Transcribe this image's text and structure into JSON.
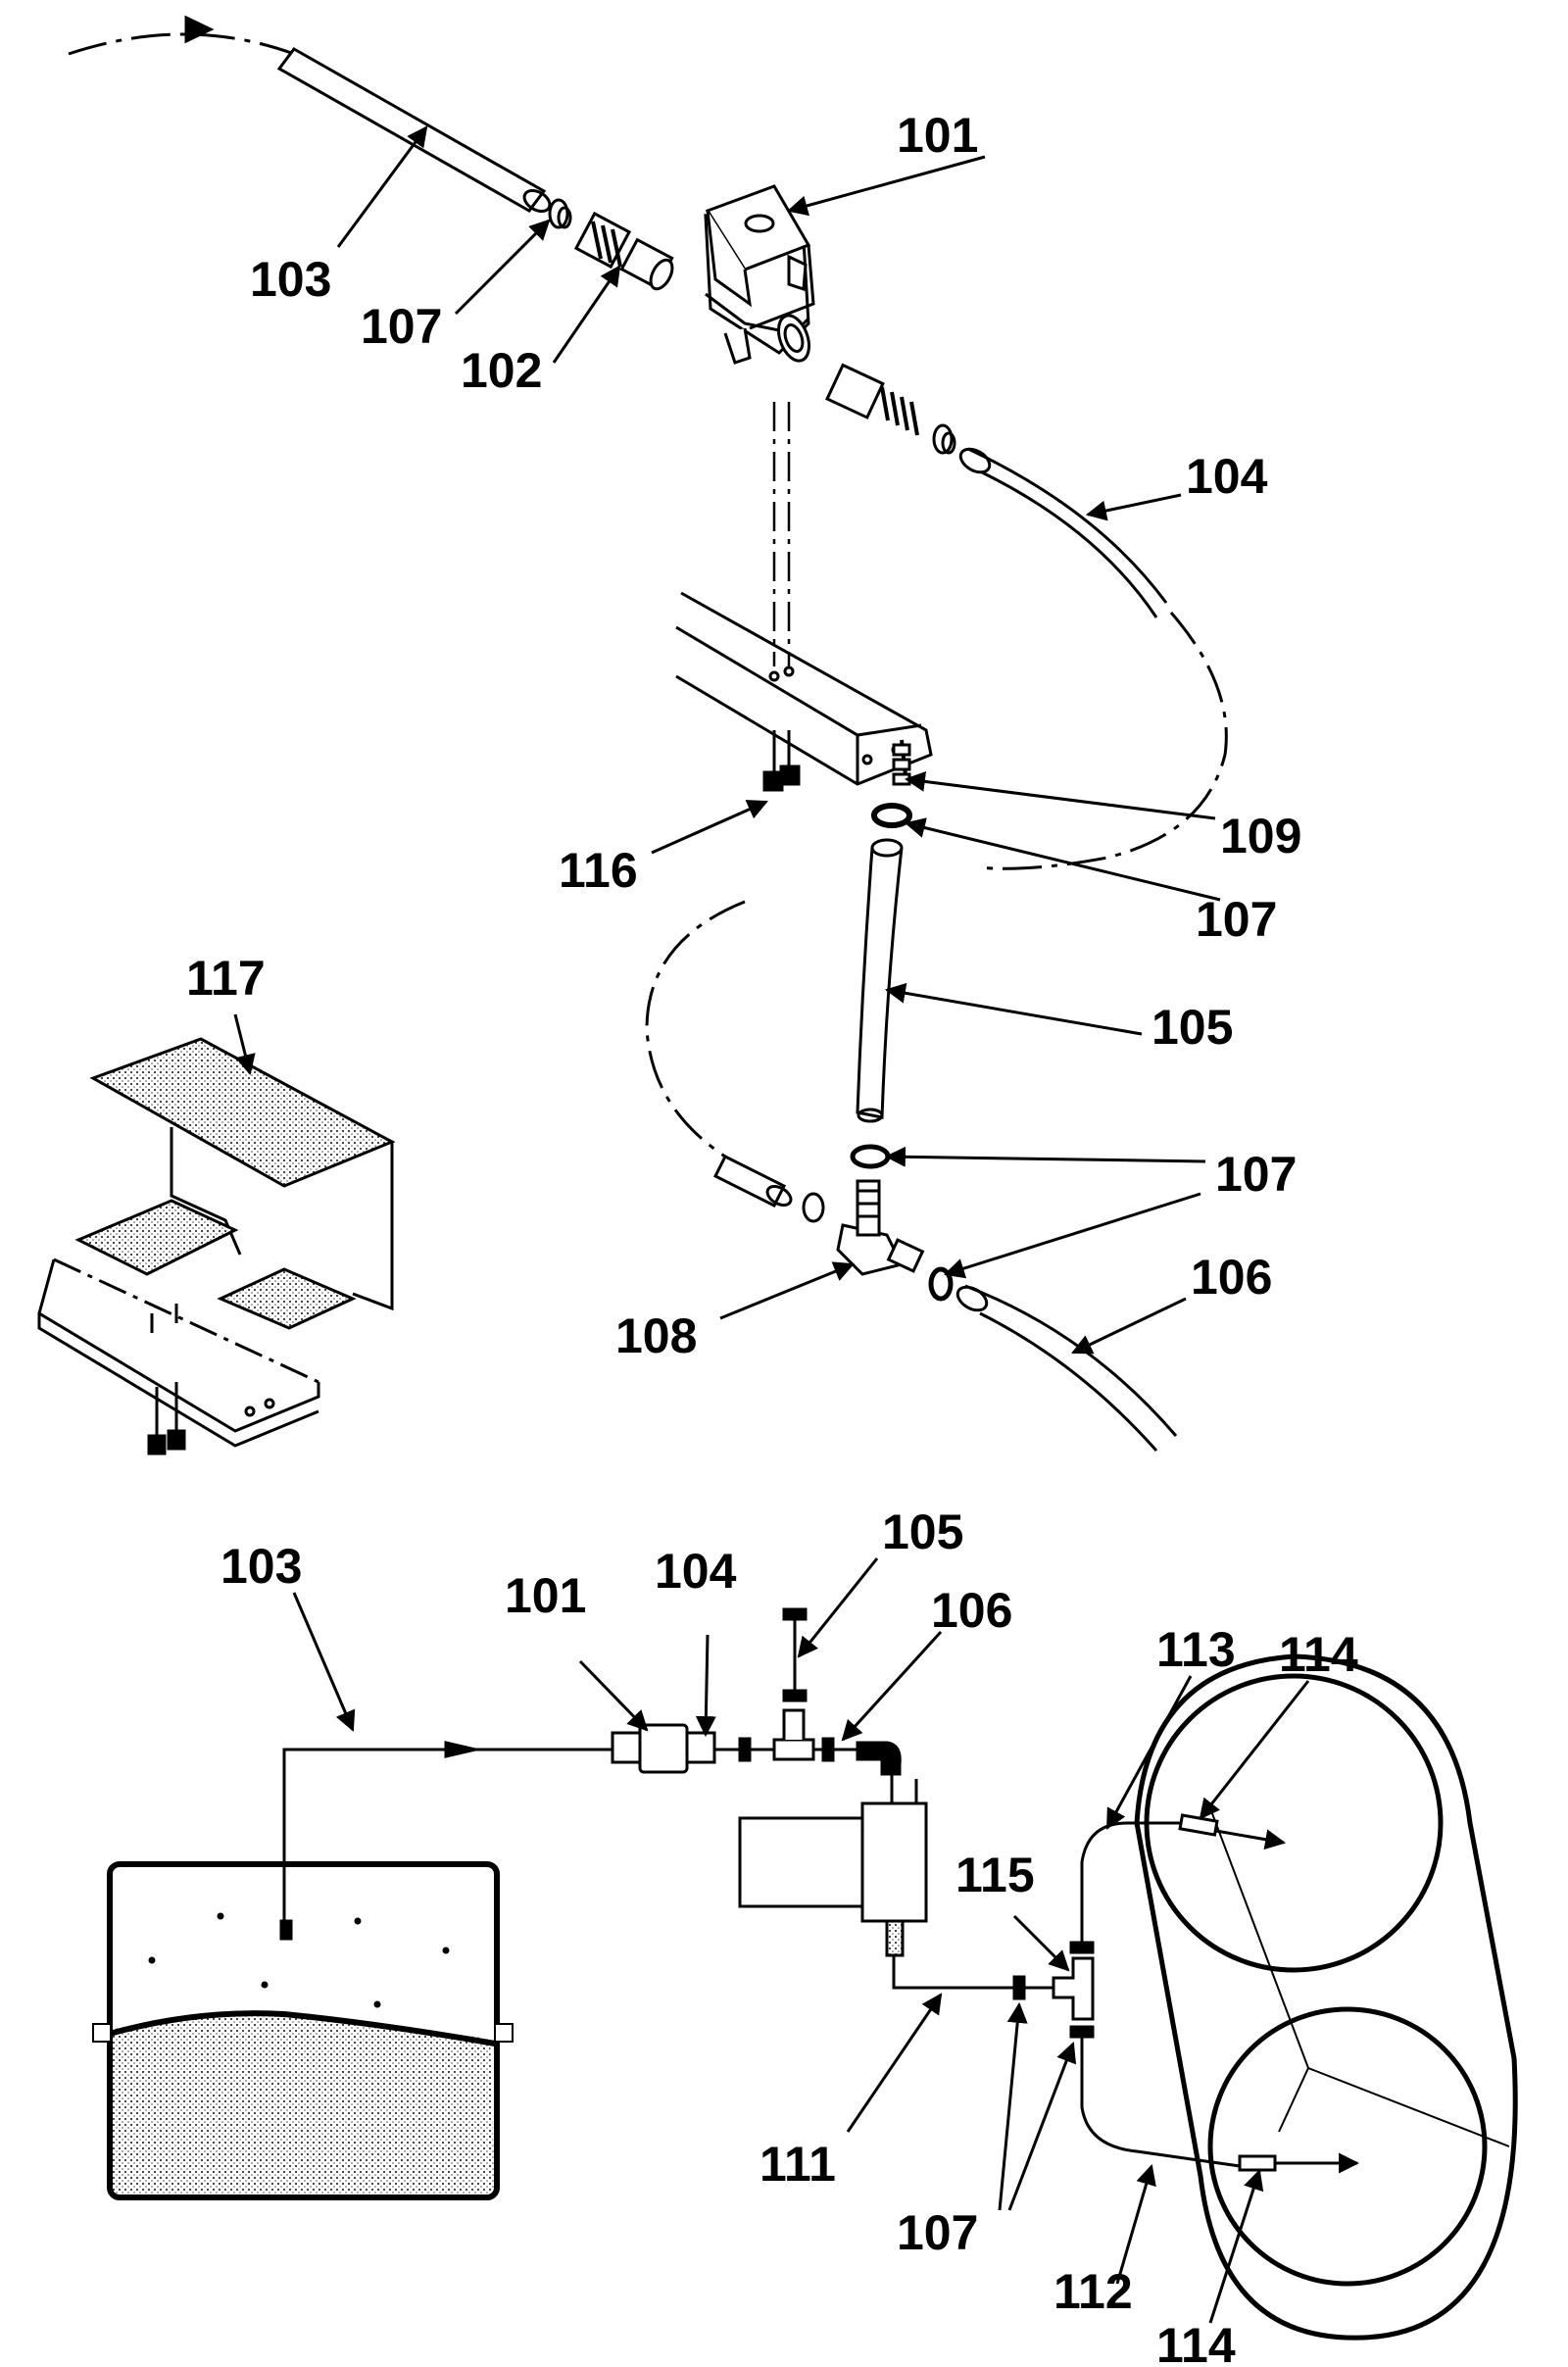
{
  "callouts": {
    "c101a": "101",
    "c103a": "103",
    "c107a": "107",
    "c102": "102",
    "c104a": "104",
    "c109": "109",
    "c107b": "107",
    "c116": "116",
    "c117": "117",
    "c105a": "105",
    "c107c": "107",
    "c106a": "106",
    "c108": "108",
    "c103b": "103",
    "c101b": "101",
    "c104b": "104",
    "c105b": "105",
    "c106b": "106",
    "c113": "113",
    "c114a": "114",
    "c115": "115",
    "c111": "111",
    "c107d": "107",
    "c112": "112",
    "c114b": "114"
  },
  "colors": {
    "ink": "#000000",
    "shade": "#b8b8b8",
    "paper": "#ffffff"
  }
}
